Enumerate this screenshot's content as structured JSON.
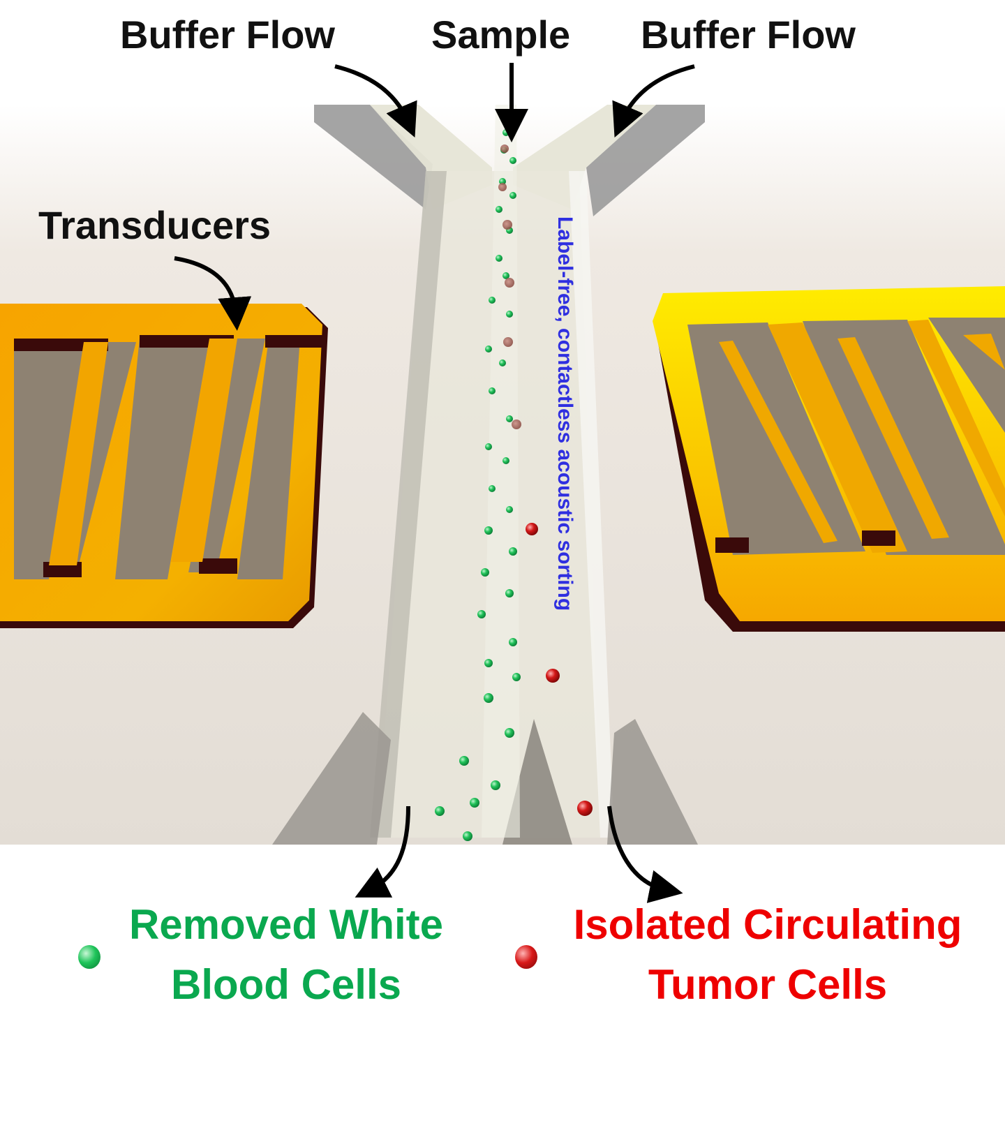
{
  "labels": {
    "buffer_flow_left": "Buffer Flow",
    "sample": "Sample",
    "buffer_flow_right": "Buffer Flow",
    "transducers": "Transducers",
    "channel_annotation": "Label-free, contactless acoustic sorting"
  },
  "legend": {
    "wbc": {
      "line1": "Removed White",
      "line2": "Blood Cells",
      "color": "#0aa84f"
    },
    "ctc": {
      "line1": "Isolated Circulating",
      "line2": "Tumor Cells",
      "color": "#ee0000"
    }
  },
  "colors": {
    "label_text": "#111111",
    "annotation_blue": "#2f2fe0",
    "gold": "#f5a800",
    "gold_bright": "#ffd200",
    "gold_edge": "#3a0a0a",
    "channel": "#e9e6da",
    "channel_wall": "#8e8e8e"
  }
}
